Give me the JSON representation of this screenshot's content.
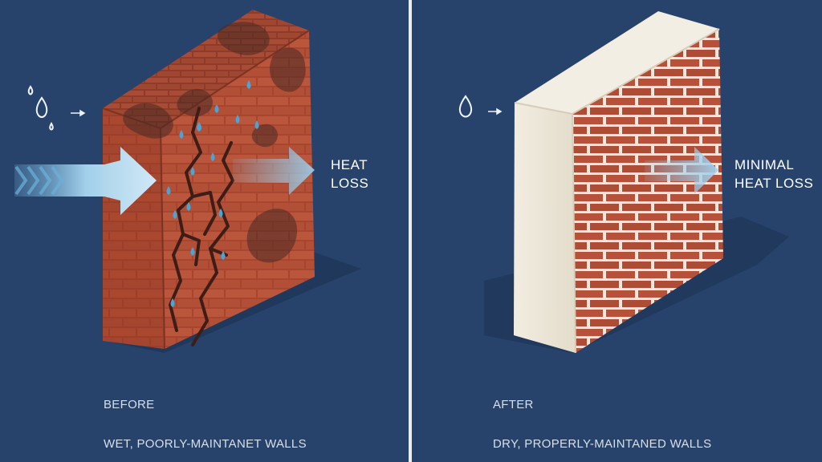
{
  "before": {
    "heat_label_line1": "HEAT",
    "heat_label_line2": "LOSS",
    "caption_title": "BEFORE",
    "caption_desc": "WET, POORLY-MAINTANET WALLS"
  },
  "after": {
    "heat_label_line1": "MINIMAL",
    "heat_label_line2": "HEAT LOSS",
    "caption_title": "AFTER",
    "caption_desc": "DRY, PROPERLY-MAINTANED WALLS"
  },
  "colors": {
    "background": "#27436b",
    "brick": "#b5533a",
    "mortar": "#e6d9c9",
    "arrow": "#8fc9ea",
    "water": "#4ca3d6",
    "plaster": "#efe9da"
  }
}
